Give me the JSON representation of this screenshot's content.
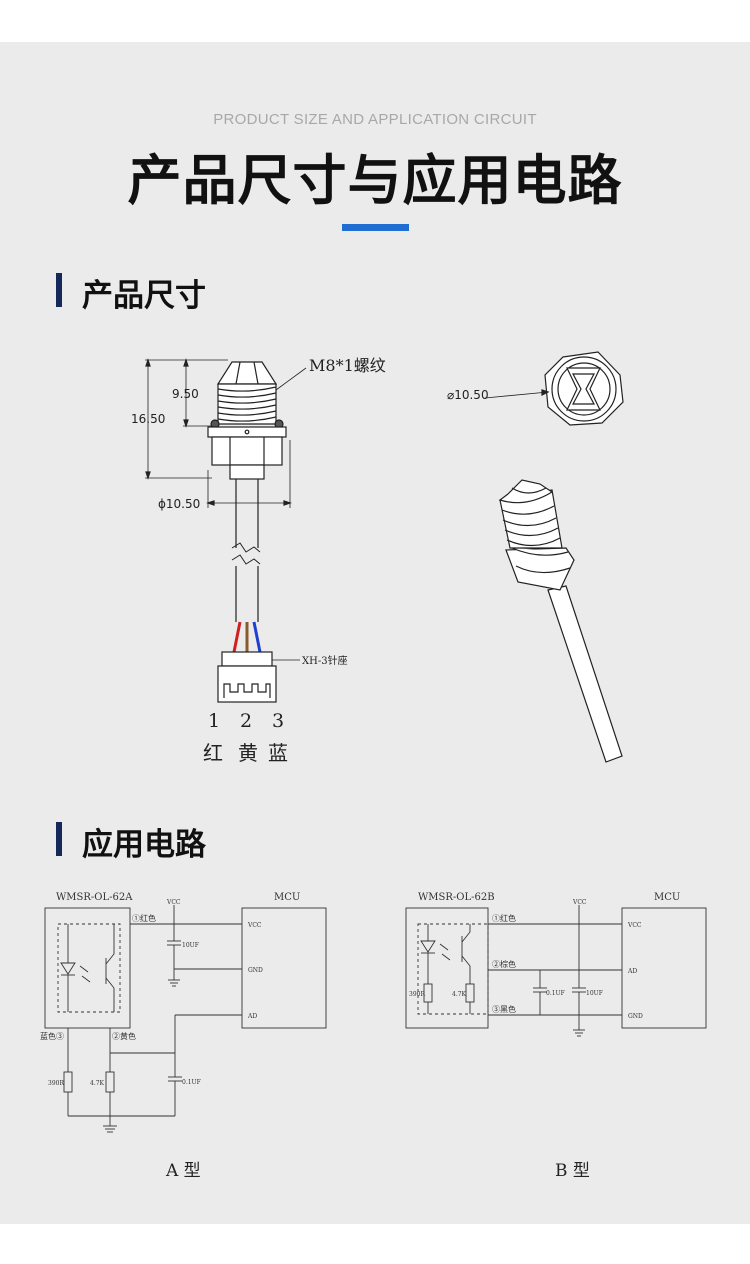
{
  "header": {
    "subtitle": "PRODUCT SIZE AND APPLICATION CIRCUIT",
    "title": "产品尺寸与应用电路"
  },
  "sections": {
    "size_title": "产品尺寸",
    "circuit_title": "应用电路"
  },
  "size_drawing": {
    "dim_9_50": "9.50",
    "dim_16_50": "16.50",
    "dim_dia_10_50": "ϕ10.50",
    "thread_label": "M8*1螺纹",
    "connector_label": "XH-3针座",
    "pin_numbers": [
      "1",
      "2",
      "3"
    ],
    "pin_colors": [
      "红",
      "黄",
      "蓝"
    ],
    "top_view_dia": "⌀10.50"
  },
  "colors": {
    "accent": "#1f6ed1",
    "section_bar": "#14295a",
    "wire_red": "#d11f1f",
    "wire_brown": "#8b5a2b",
    "wire_blue": "#1f3fd1"
  },
  "circuit_a": {
    "device_name": "WMSR-OL-62A",
    "mcu_label": "MCU",
    "vcc_top": "VCC",
    "pin1_label": "①红色",
    "cap1": "10UF",
    "mcu_vcc": "VCC",
    "mcu_gnd": "GND",
    "mcu_ad": "AD",
    "pin3_label": "蓝色③",
    "pin2_label": "②黄色",
    "r1": "390R",
    "r2": "4.7K",
    "cap2": "0.1UF",
    "caption": "A 型"
  },
  "circuit_b": {
    "device_name": "WMSR-OL-62B",
    "mcu_label": "MCU",
    "vcc_top": "VCC",
    "pin1_label": "①红色",
    "pin2_label": "②棕色",
    "pin3_label": "③黑色",
    "r1": "390R",
    "r2": "4.7K",
    "cap1": "0.1UF",
    "cap2": "10UF",
    "mcu_vcc": "VCC",
    "mcu_ad": "AD",
    "mcu_gnd": "GND",
    "caption": "B 型"
  }
}
